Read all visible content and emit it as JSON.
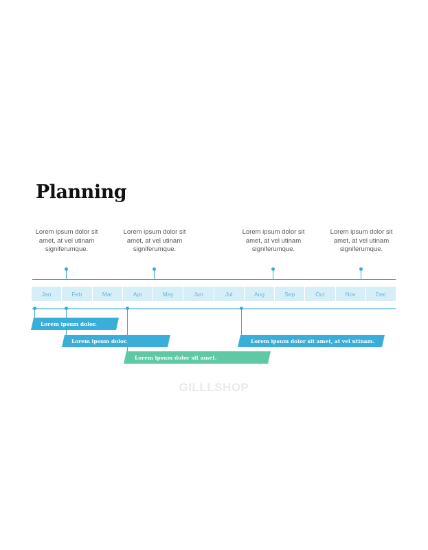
{
  "title": "Planning",
  "notes": [
    {
      "text": "Lorem ipsum dolor sit amet, at vel utinam signiferumque."
    },
    {
      "text": "Lorem ipsum dolor sit amet, at vel utinam signiferumque."
    },
    {
      "text": "Lorem ipsum dolor sit amet, at vel utinam signiferumque."
    },
    {
      "text": "Lorem ipsum dolor sit amet, at vel utinam signiferumque."
    }
  ],
  "months": [
    "Jan",
    "Feb",
    "Mar",
    "Apr",
    "May",
    "Jun",
    "Jul",
    "Aug",
    "Sep",
    "Oct",
    "Nov",
    "Dec"
  ],
  "tasks": [
    {
      "label": "Lorem ipsum dolor.",
      "color": "#3aaed8"
    },
    {
      "label": "Lorem ipsum dolor.",
      "color": "#3aaed8"
    },
    {
      "label": "Lorem ipsum dolor sit amet.",
      "color": "#5ec9a4"
    },
    {
      "label": "Lorem ipsum dolor sit amet, at vel utinam.",
      "color": "#3aaed8"
    }
  ],
  "watermark": "GILLLSHOP",
  "colors": {
    "accent": "#3aaed8",
    "green": "#5ec9a4",
    "month_bg": "#d6eef8"
  }
}
